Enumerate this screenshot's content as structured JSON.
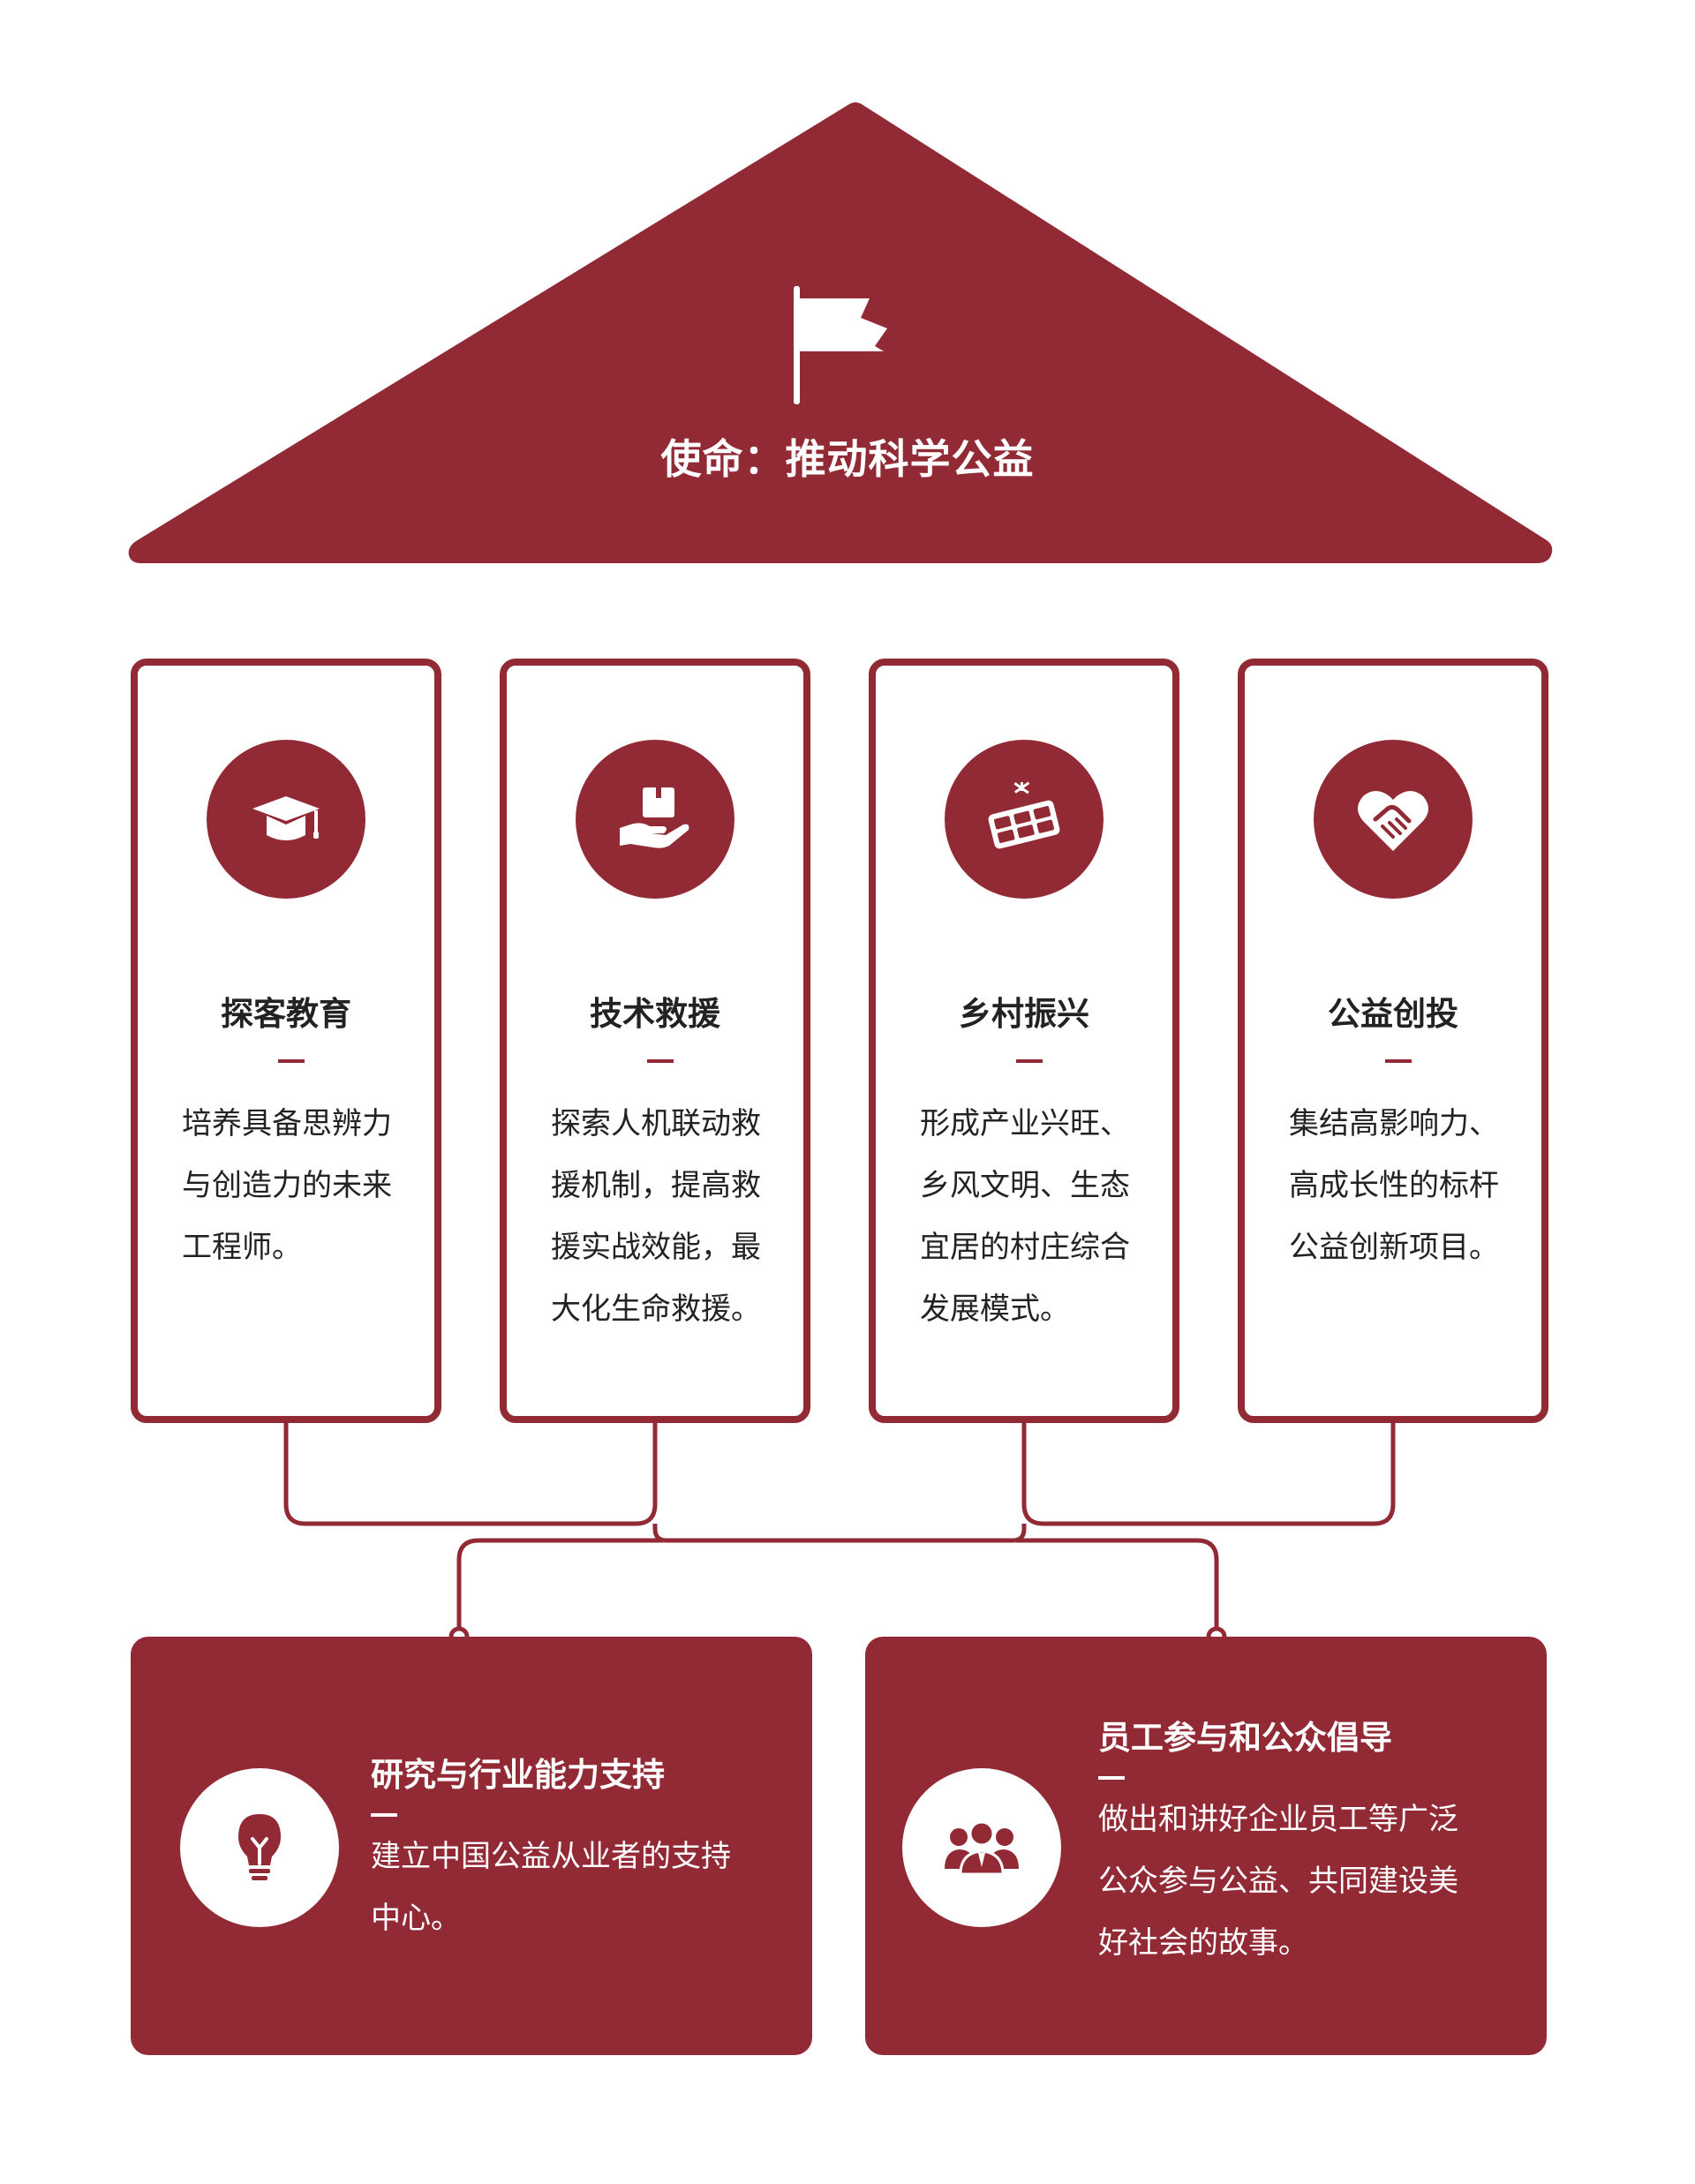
{
  "colors": {
    "primary": "#922a35",
    "background": "#ffffff",
    "text": "#222222"
  },
  "mission": {
    "icon": "flag-icon",
    "title": "使命：推动科学公益"
  },
  "pillars": [
    {
      "icon": "graduation-cap-icon",
      "title": "探客教育",
      "lines": [
        "培养具备思辨力",
        "与创造力的未来",
        "工程师。"
      ]
    },
    {
      "icon": "hand-with-box-icon",
      "title": "技术救援",
      "lines": [
        "探索人机联动救",
        "援机制，提高救",
        "援实战效能，最",
        "大化生命救援。"
      ]
    },
    {
      "icon": "solar-panel-icon",
      "title": "乡村振兴",
      "lines": [
        "形成产业兴旺、",
        "乡风文明、生态",
        "宜居的村庄综合",
        "发展模式。"
      ]
    },
    {
      "icon": "heart-handshake-icon",
      "title": "公益创投",
      "lines": [
        "集结高影响力、",
        "高成长性的标杆",
        "公益创新项目。"
      ]
    }
  ],
  "foundations": [
    {
      "icon": "lightbulb-icon",
      "title": "研究与行业能力支持",
      "lines": [
        "建立中国公益从业者的支持",
        "中心。"
      ]
    },
    {
      "icon": "people-group-icon",
      "title": "员工参与和公众倡导",
      "lines": [
        "做出和讲好企业员工等广泛",
        "公众参与公益、共同建设美",
        "好社会的故事。"
      ]
    }
  ]
}
